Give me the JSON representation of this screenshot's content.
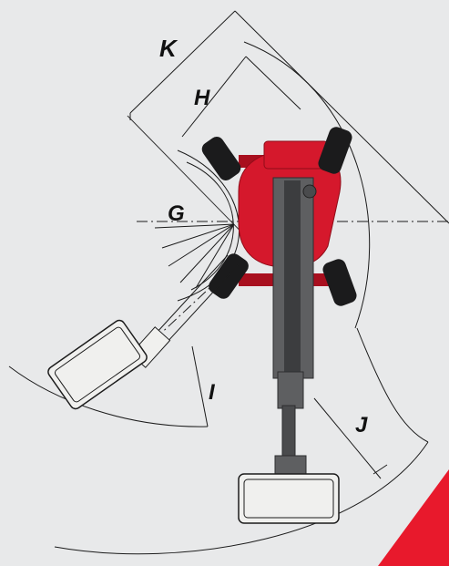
{
  "diagram": {
    "labels": {
      "K": "K",
      "H": "H",
      "G": "G",
      "I": "I",
      "J": "J"
    },
    "colors": {
      "background": "#e8e9ea",
      "machine_red": "#d5182c",
      "machine_red_dark": "#a80f1e",
      "boom_gray": "#5e5f61",
      "boom_dark": "#3c3d3f",
      "tire_black": "#1b1b1c",
      "line": "#1c1c1c",
      "platform_fill": "#f0f0ee",
      "corner_accent": "#e8192c"
    }
  }
}
